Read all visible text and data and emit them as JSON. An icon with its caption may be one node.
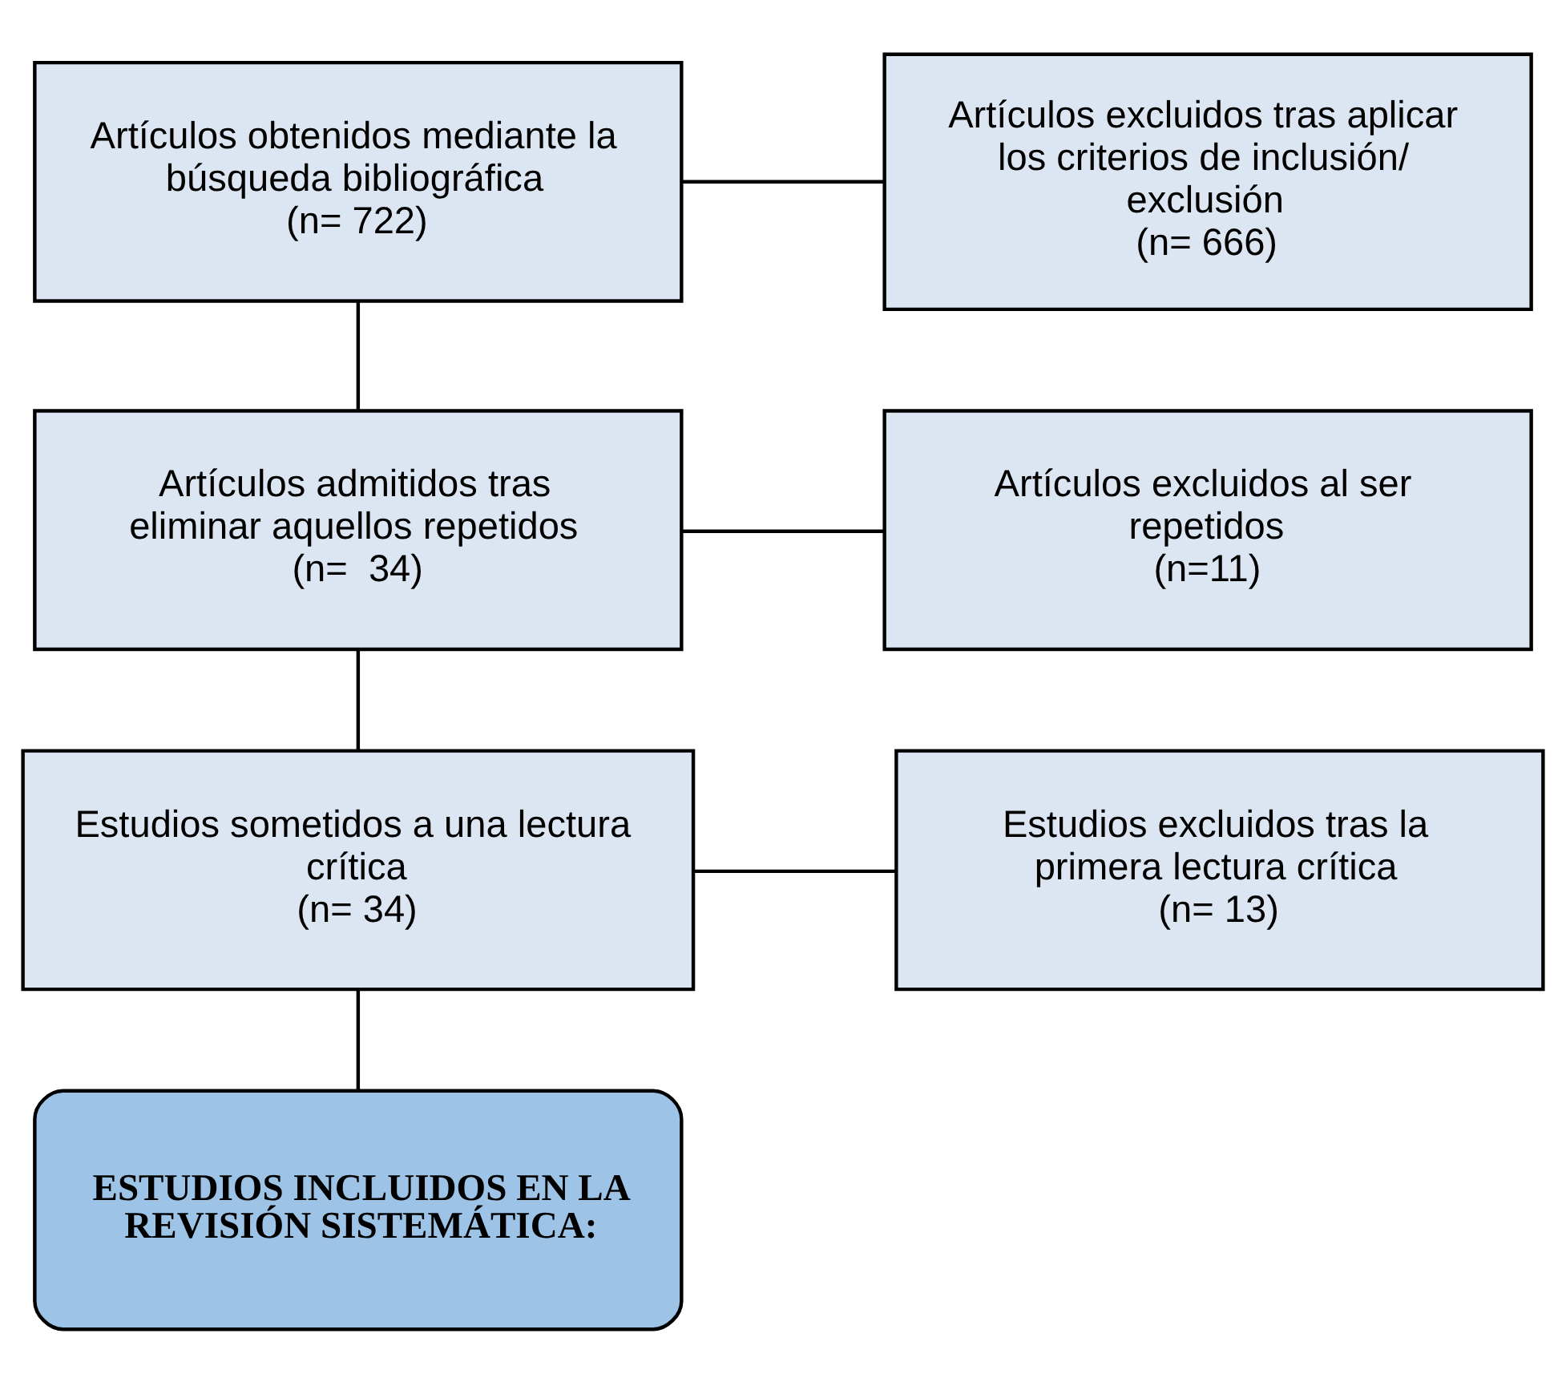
{
  "diagram": {
    "nodes": [
      {
        "text": [
          "Artículos obtenidos mediante la búsqueda bibliográfica",
          "(n= 722)"
        ]
      },
      {
        "text": [
          "Artículos excluidos tras aplicar los criterios de inclusión/ exclusión",
          "(n= 666)"
        ]
      },
      {
        "text": [
          "Artículos admitidos tras eliminar aquellos repetidos",
          "(n=  34)"
        ]
      },
      {
        "text": [
          "Artículos excluidos al ser repetidos",
          "(n=11)"
        ]
      },
      {
        "text": [
          "Estudios sometidos a una lectura crítica",
          "(n= 34)"
        ]
      },
      {
        "text": [
          "Estudios excluidos tras la primera lectura crítica",
          "(n= 13)"
        ]
      },
      {
        "text": [
          "ESTUDIOS INCLUIDOS EN LA REVISIÓN SISTEMÁTICA:"
        ]
      }
    ],
    "edges": [
      {
        "from": 0,
        "to": 1,
        "arrow": "none"
      },
      {
        "from": 0,
        "to": 2,
        "arrow": "none"
      },
      {
        "from": 2,
        "to": 3,
        "arrow": "none"
      },
      {
        "from": 2,
        "to": 4,
        "arrow": "none"
      },
      {
        "from": 4,
        "to": 5,
        "arrow": "none"
      },
      {
        "from": 4,
        "to": 6,
        "arrow": "none"
      }
    ]
  }
}
